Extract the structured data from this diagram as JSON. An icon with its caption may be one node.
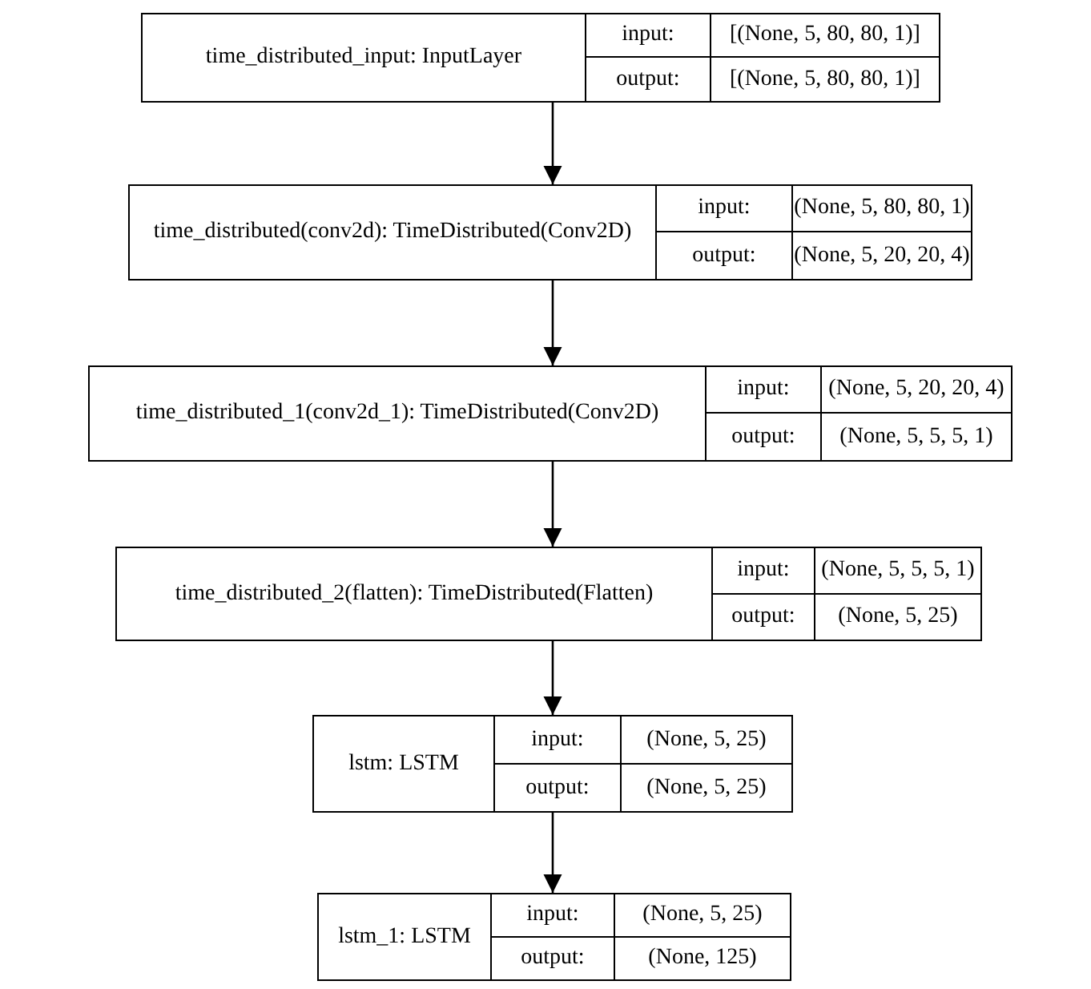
{
  "diagram": {
    "nodes": [
      {
        "text": [
          "time_distributed_input: InputLayer",
          "input:",
          "[(None, 5, 80, 80, 1)]",
          "output:",
          "[(None, 5, 80, 80, 1)]"
        ]
      },
      {
        "text": [
          "time_distributed(conv2d): TimeDistributed(Conv2D)",
          "input:",
          "(None, 5, 80, 80, 1)",
          "output:",
          "(None, 5, 20, 20, 4)"
        ]
      },
      {
        "text": [
          "time_distributed_1(conv2d_1): TimeDistributed(Conv2D)",
          "input:",
          "(None, 5, 20, 20, 4)",
          "output:",
          "(None, 5, 5, 5, 1)"
        ]
      },
      {
        "text": [
          "time_distributed_2(flatten): TimeDistributed(Flatten)",
          "input:",
          "(None, 5, 5, 5, 1)",
          "output:",
          "(None, 5, 25)"
        ]
      },
      {
        "text": [
          "lstm: LSTM",
          "input:",
          "(None, 5, 25)",
          "output:",
          "(None, 5, 25)"
        ]
      },
      {
        "text": [
          "lstm_1: LSTM",
          "input:",
          "(None, 5, 25)",
          "output:",
          "(None, 125)"
        ]
      }
    ],
    "edges": [
      {
        "from": 0,
        "to": 1,
        "arrow": "to"
      },
      {
        "from": 1,
        "to": 2,
        "arrow": "to"
      },
      {
        "from": 2,
        "to": 3,
        "arrow": "to"
      },
      {
        "from": 3,
        "to": 4,
        "arrow": "to"
      },
      {
        "from": 4,
        "to": 5,
        "arrow": "to"
      }
    ]
  }
}
